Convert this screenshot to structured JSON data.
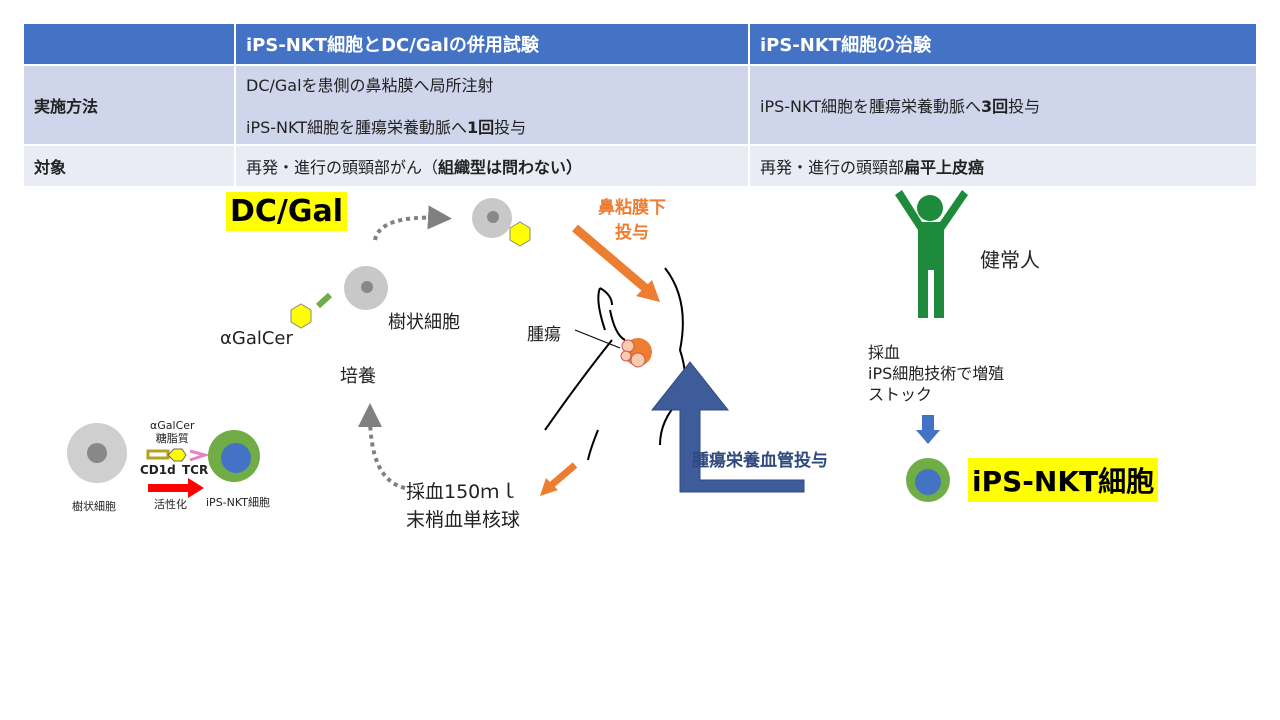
{
  "table": {
    "headers": [
      "",
      "iPS-NKT細胞とDC/Galの併用試験",
      "iPS-NKT細胞の治験"
    ],
    "rows": [
      {
        "label": "実施方法",
        "col1_line1": "DC/Galを患側の鼻粘膜へ局所注射",
        "col1_line2_pre": "iPS-NKT細胞を腫瘍栄養動脈へ",
        "col1_line2_bold": "1回",
        "col1_line2_post": "投与",
        "col2_pre": "iPS-NKT細胞を腫瘍栄養動脈へ",
        "col2_bold": "3回",
        "col2_post": "投与"
      },
      {
        "label": "対象",
        "col1_pre": "再発・進行の頭頸部がん（",
        "col1_bold": "組織型は問わない）",
        "col2_pre": "再発・進行の頭頸部",
        "col2_bold": "扁平上皮癌"
      }
    ]
  },
  "diagram": {
    "dcgal": "DC/Gal",
    "nasal": "鼻粘膜下",
    "nasal2": "投与",
    "agalcer": "αGalCer",
    "dendritic": "樹状細胞",
    "culture": "培養",
    "tumor": "腫瘍",
    "blood1": "採血150ｍｌ",
    "blood2": "末梢血単核球",
    "artery": "腫瘍栄養血管投与",
    "healthy": "健常人",
    "proc1": "採血",
    "proc2": "iPS細胞技術で増殖",
    "proc3": "ストック",
    "ipsnkt": "iPS-NKT細胞",
    "mini": {
      "agal": "αGalCer",
      "glyco": "糖脂質",
      "cd1d": "CD1d",
      "tcr": "TCR",
      "dc": "樹状細胞",
      "act": "活性化",
      "nkt": "iPS-NKT細胞"
    }
  },
  "colors": {
    "header": "#4472c4",
    "orange": "#ed7d31",
    "navy": "#3e5c9a",
    "green": "#1e8a3c"
  }
}
